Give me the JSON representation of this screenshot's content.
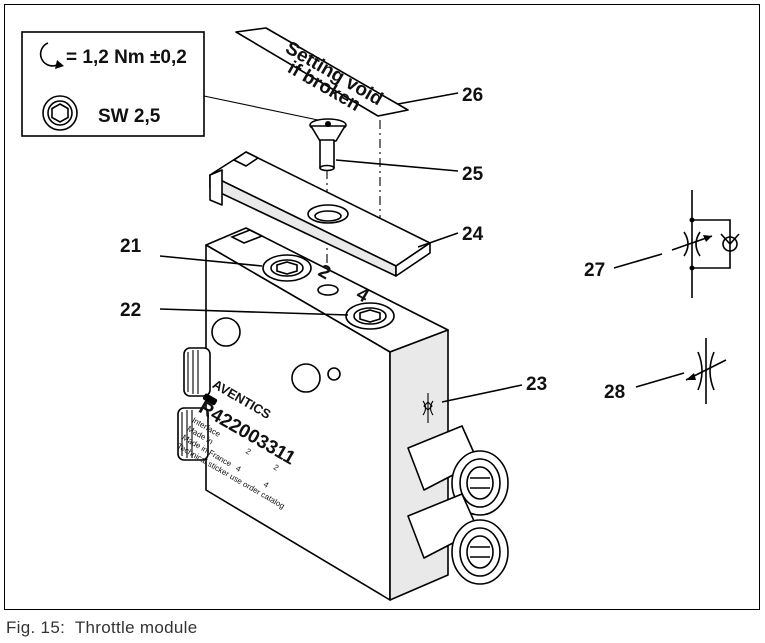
{
  "spec_box": {
    "torque": "= 1,2 Nm ±0,2",
    "wrench": "SW 2,5"
  },
  "seal_label": {
    "line1": "Setting void",
    "line2": "if broken"
  },
  "device_label": {
    "brand": "AVENTICS",
    "part_number": "R422003311",
    "lines": [
      "Interface",
      "Made in",
      "Made in France",
      "Technical sticker use order catalog"
    ],
    "port_numbers": [
      "2",
      "2",
      "4",
      "4"
    ]
  },
  "port_markings": [
    "2",
    "4"
  ],
  "callouts": [
    "21",
    "22",
    "23",
    "24",
    "25",
    "26",
    "27",
    "28"
  ],
  "caption": {
    "prefix": "Fig. 15:",
    "title": "Throttle module"
  }
}
